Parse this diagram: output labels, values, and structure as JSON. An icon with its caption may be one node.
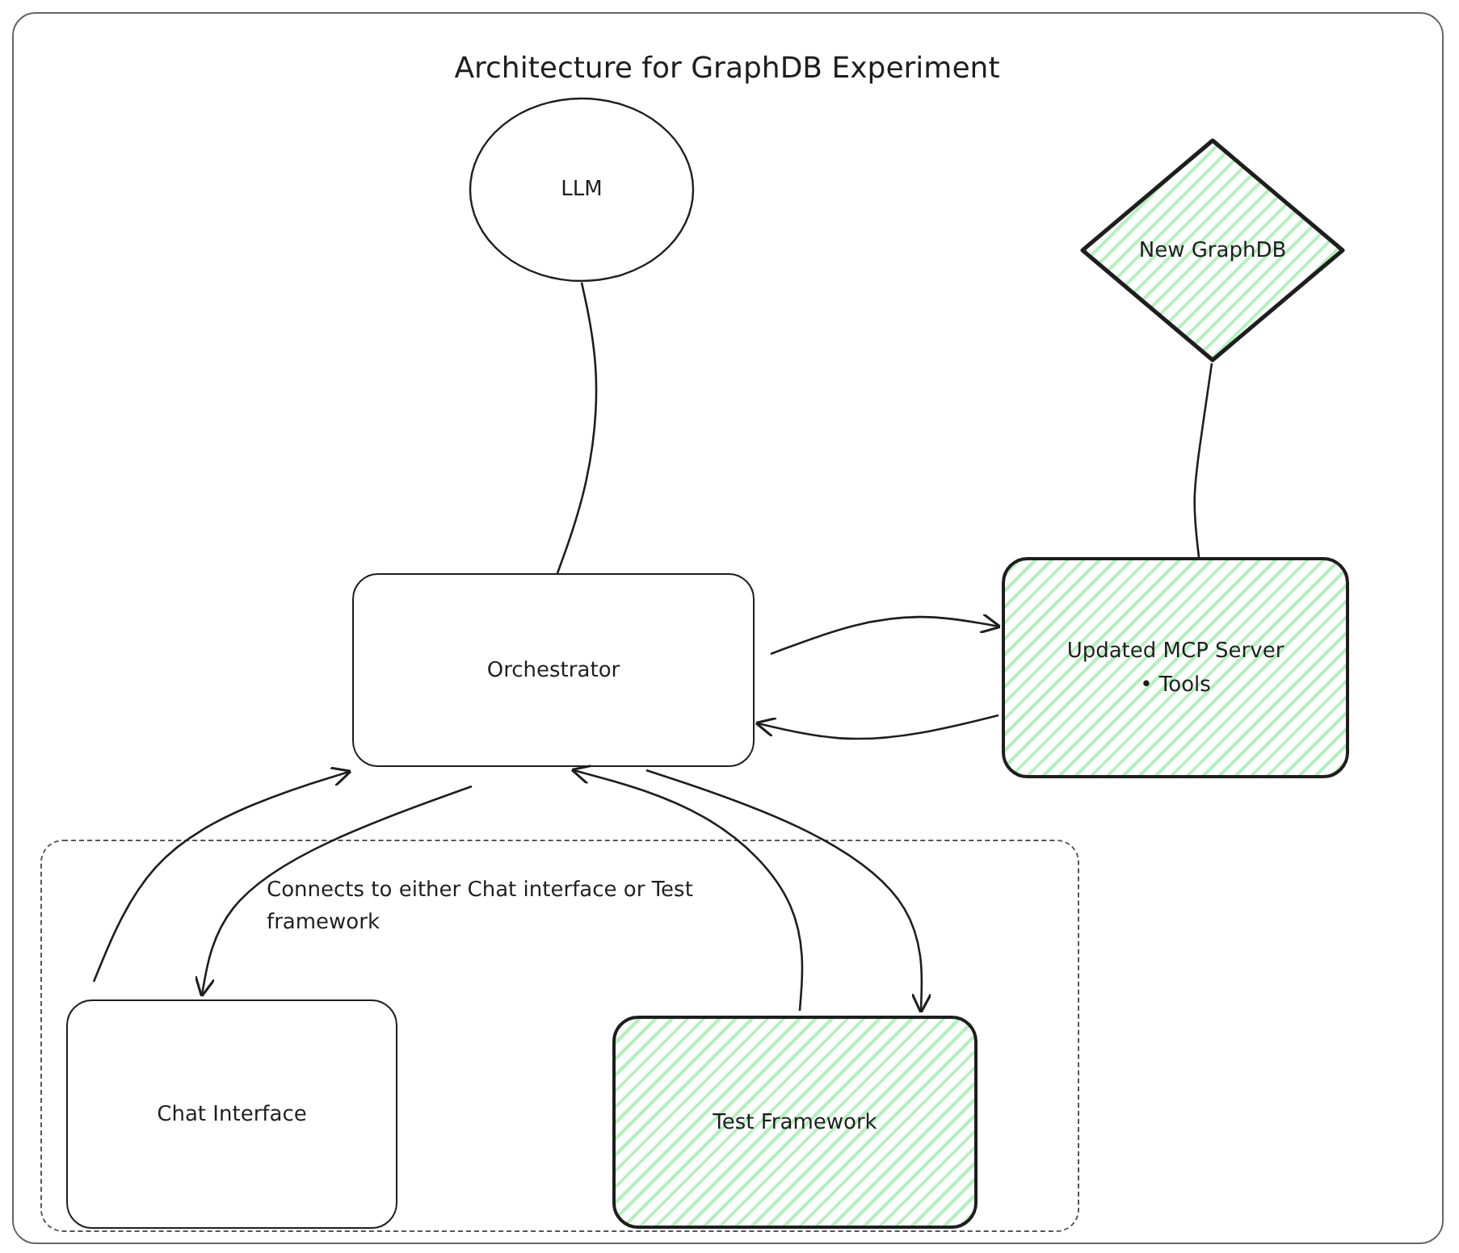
{
  "diagram": {
    "title": "Architecture for GraphDB Experiment",
    "nodes": [
      {
        "text": [
          "LLM"
        ]
      },
      {
        "text": [
          "New GraphDB"
        ]
      },
      {
        "text": [
          "Orchestrator"
        ]
      },
      {
        "text": [
          "Updated MCP Server",
          "• Tools"
        ]
      },
      {
        "text": [],
        "shape": "box"
      },
      {
        "text": [
          "Chat Interface"
        ],
        "in": 4
      },
      {
        "text": [
          "Test Framework"
        ],
        "in": 4
      }
    ],
    "edges": [
      {
        "from": 0,
        "to": 2,
        "arrow": "none"
      },
      {
        "from": 1,
        "to": 3,
        "arrow": "none"
      },
      {
        "from": 2,
        "to": 3,
        "arrow": "to"
      },
      {
        "from": 3,
        "to": 2,
        "arrow": "to"
      },
      {
        "from": 5,
        "to": 2,
        "arrow": "to"
      },
      {
        "from": 2,
        "to": 5,
        "arrow": "to"
      },
      {
        "from": 6,
        "to": 2,
        "arrow": "to"
      },
      {
        "from": 2,
        "to": 6,
        "arrow": "to"
      }
    ],
    "labels": [
      "Connects to either Chat interface or Test framework"
    ]
  }
}
